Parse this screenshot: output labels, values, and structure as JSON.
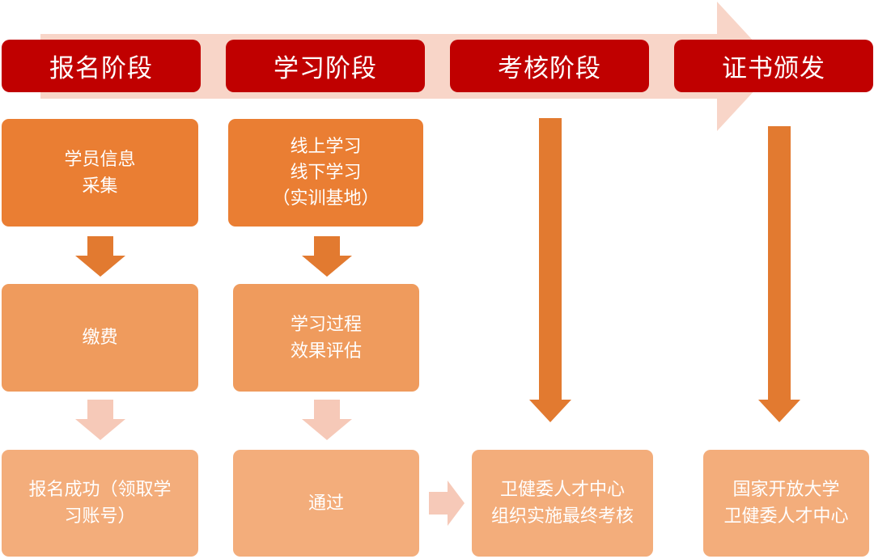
{
  "stages": [
    {
      "label": "报名阶段"
    },
    {
      "label": "学习阶段"
    },
    {
      "label": "考核阶段"
    },
    {
      "label": "证书颁发"
    }
  ],
  "col1": {
    "box1": [
      "学员信息",
      "采集"
    ],
    "box2": [
      "缴费"
    ],
    "box3": [
      "报名成功（领取学",
      "习账号）"
    ]
  },
  "col2": {
    "box1": [
      "线上学习",
      "线下学习",
      "（实训基地）"
    ],
    "box2": [
      "学习过程",
      "效果评估"
    ],
    "box3": [
      "通过"
    ]
  },
  "col3": {
    "box3": [
      "卫健委人才中心",
      "组织实施最终考核"
    ]
  },
  "col4": {
    "box3": [
      "国家开放大学",
      "卫健委人才中心"
    ]
  },
  "colors": {
    "stage": "#c00000",
    "box_dark": "#ea7e33",
    "box_mid": "#ef9b5d",
    "box_light": "#f3ad7b",
    "arrow_dark": "#e27a30",
    "arrow_light": "#f6c9b8",
    "banner_arrow": "#f8d5c8"
  }
}
